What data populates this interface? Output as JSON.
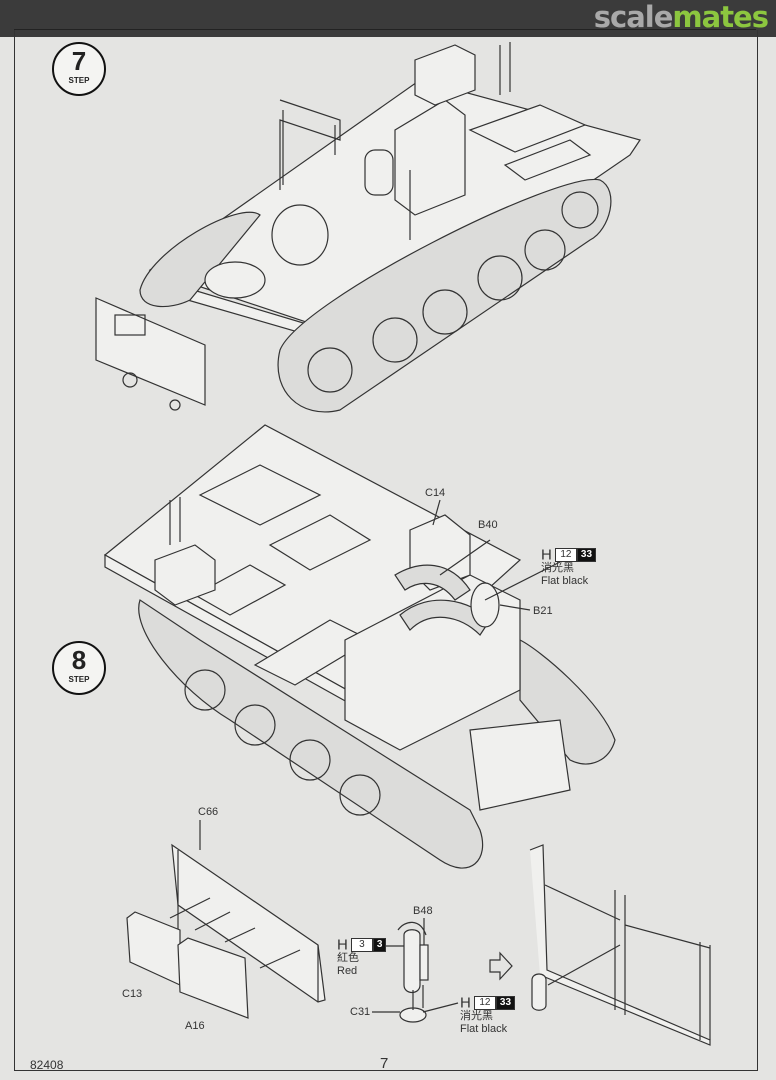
{
  "watermark": {
    "part1": "scale",
    "part2": "mates"
  },
  "steps": [
    {
      "number": "7",
      "label": "STEP"
    },
    {
      "number": "8",
      "label": "STEP"
    }
  ],
  "step8": {
    "parts": [
      "C14",
      "B40",
      "B21"
    ],
    "paint": {
      "brand": "H",
      "code1": "12",
      "code2": "33",
      "name_cn": "消光黑",
      "name_en": "Flat black"
    }
  },
  "subassembly": {
    "parts": [
      "C66",
      "C13",
      "A16",
      "B48",
      "C31"
    ],
    "paint_red": {
      "brand": "H",
      "code1": "3",
      "code2": "3",
      "name_cn": "紅色",
      "name_en": "Red"
    },
    "paint_black": {
      "brand": "H",
      "code1": "12",
      "code2": "33",
      "name_cn": "消光黑",
      "name_en": "Flat black"
    }
  },
  "footer": {
    "kit_number": "82408",
    "page_number": "7"
  }
}
